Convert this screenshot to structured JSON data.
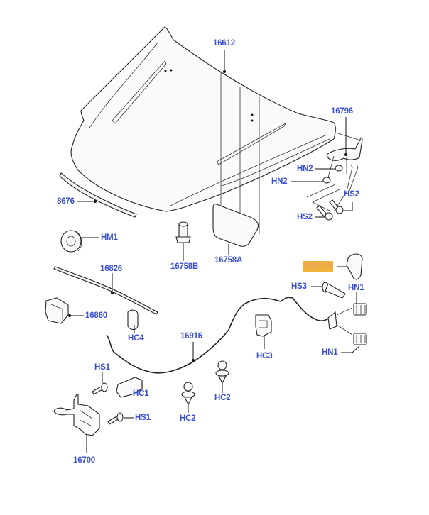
{
  "diagram": {
    "title": "Bonnet (hood) and latch components — exploded parts diagram",
    "accent_color": "#3a4fd0",
    "highlight_color": "#f2b23c",
    "labels": {
      "hood": "16612",
      "hinge": "16796",
      "hinge_nut_upper": "HN2",
      "hinge_nut_lower": "HN2",
      "hinge_screw_right": "HS2",
      "hinge_screw_left": "HS2",
      "front_seal": "8676",
      "bumper_stop": "HM1",
      "stop_buffer_b": "16758B",
      "stop_pad_a": "16758A",
      "release_handle": "16B625",
      "handle_screw": "HS3",
      "handle_nut_upper": "HN1",
      "handle_nut_lower": "HN1",
      "prop_rod": "16826",
      "prop_bracket": "16860",
      "clip_hc4": "HC4",
      "release_cable": "16916",
      "clip_hc3": "HC3",
      "latch_screw_upper": "HS1",
      "clip_hc1": "HC1",
      "latch_screw_lower": "HS1",
      "clip_hc2_left": "HC2",
      "clip_hc2_right": "HC2",
      "latch": "16700"
    },
    "highlighted_part": "16B625"
  }
}
